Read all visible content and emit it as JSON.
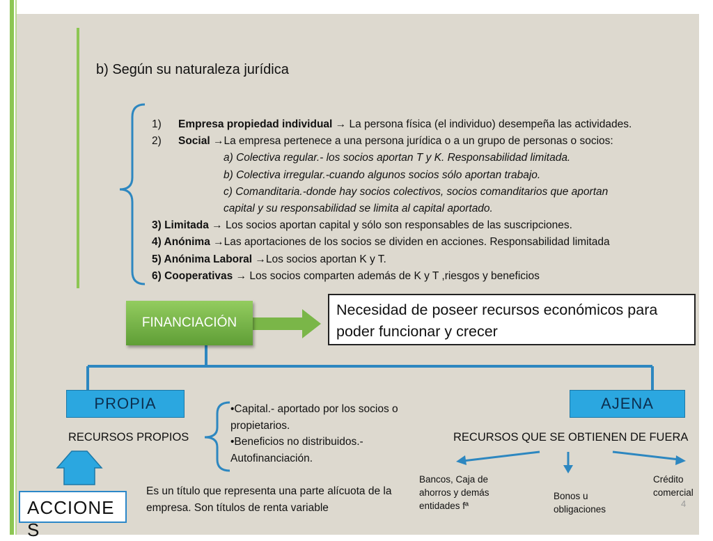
{
  "heading": "b) Según su naturaleza jurídica",
  "items": {
    "i1_num": "1)",
    "i1_bold": "Empresa propiedad individual",
    "i1_text": " → La persona física (el individuo) desempeña las actividades.",
    "i2_num": "2)",
    "i2_bold": "Social",
    "i2_text": " →La empresa pertenece a una persona jurídica o a un grupo de personas o socios:",
    "sub_a": "a) Colectiva regular.- los socios aportan T y K. Responsabilidad limitada.",
    "sub_b": "b) Colectiva irregular.-cuando algunos socios sólo aportan trabajo.",
    "sub_c1": "c) Comanditaria.-donde hay socios colectivos, socios comanditarios que aportan",
    "sub_c2": "capital  y su responsabilidad se limita al capital aportado.",
    "i3_bold": "3) Limitada",
    "i3_text": " → Los socios aportan capital y sólo son responsables de las suscripciones.",
    "i4_bold": "4) Anónima",
    "i4_text": " →Las aportaciones de los socios se dividen en acciones. Responsabilidad limitada",
    "i5_bold": "5) Anónima Laboral",
    "i5_text": " →Los socios aportan K y T.",
    "i6_bold": "6) Cooperativas",
    "i6_text": " → Los socios comparten además de K y T ,riesgos y beneficios"
  },
  "financiacion": "FINANCIACIÓN",
  "necesidad_l1": "Necesidad de poseer recursos económicos para",
  "necesidad_l2": "poder funcionar y crecer",
  "propia": "PROPIA",
  "ajena": "AJENA",
  "recursos_propios": "RECURSOS PROPIOS",
  "recursos_ajenos": "RECURSOS QUE SE OBTIENEN DE FUERA",
  "propios_items": {
    "b1": "•Capital.- aportado por los socios o",
    "b1b": "propietarios.",
    "b2": "•Beneficios no distribuidos.-",
    "b2b": "Autofinanciación."
  },
  "acciones_desc": "Es un título que representa una parte alícuota de la empresa. Son títulos de renta variable",
  "acciones": "ACCIONES",
  "bancos": "Bancos, Caja de ahorros y demás entidades fª",
  "bonos": "Bonos u obligaciones",
  "credito": "Crédito comercial",
  "page_number": "4",
  "colors": {
    "green_bar": "#8dc653",
    "box_green": "#6aab3e",
    "blue_box": "#2ba7e0",
    "connector": "#2d87c0"
  }
}
